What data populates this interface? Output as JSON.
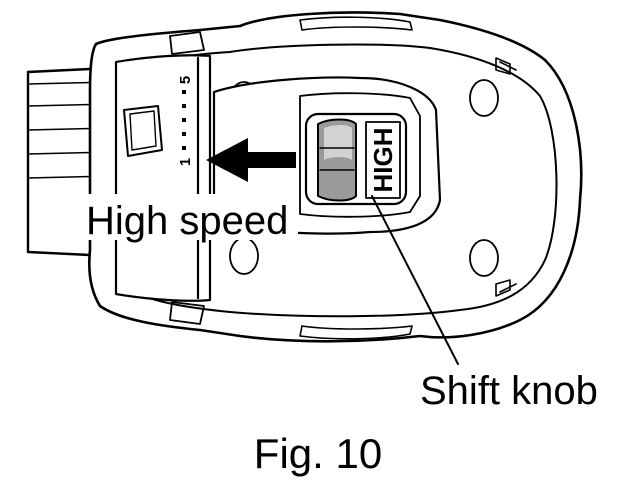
{
  "figure": {
    "caption": "Fig. 10",
    "labels": {
      "direction": "High speed",
      "part": "Shift knob"
    },
    "knob_text": "HIGH",
    "scale_marks": [
      "1",
      "5"
    ]
  },
  "colors": {
    "line": "#000000",
    "background": "#ffffff",
    "knob_fill": "#9a9a9a",
    "knob_highlight": "#d2d2d2"
  }
}
